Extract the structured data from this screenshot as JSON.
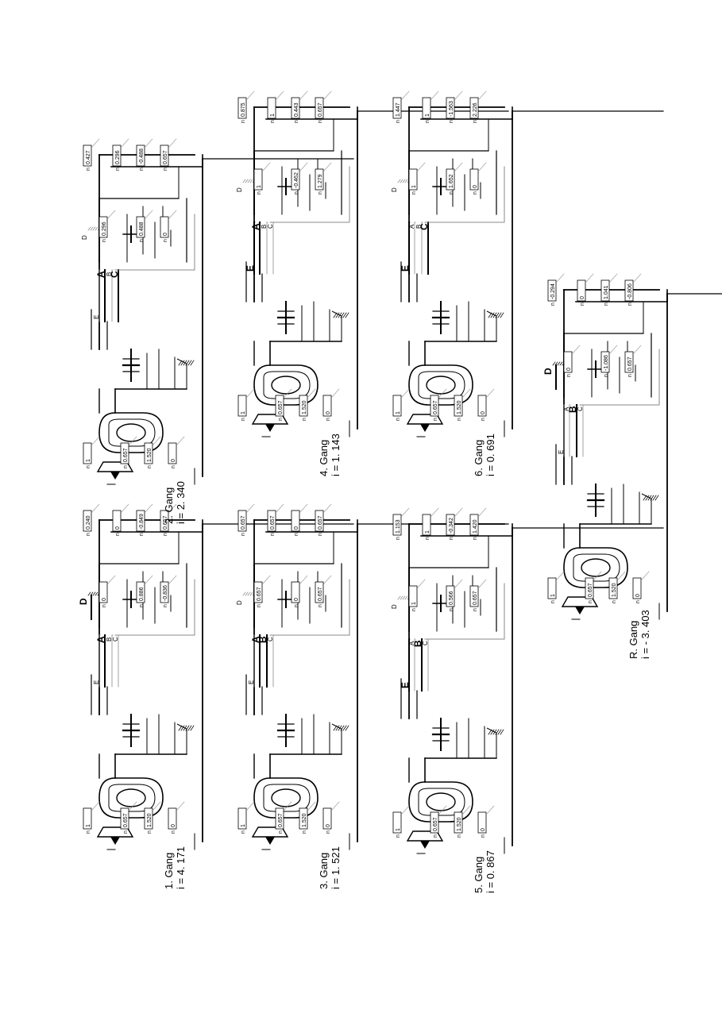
{
  "panels": [
    {
      "id": "g1",
      "gear": "1. Gang",
      "ratio": "i = 4. 171",
      "engaged": [
        "A",
        "D"
      ],
      "speeds": [
        "1",
        "0.657",
        "1.520",
        "0",
        "0",
        "0.886",
        "-0.836",
        "0.240",
        "0",
        "-0.849",
        "0.657"
      ]
    },
    {
      "id": "g2",
      "gear": "2. Gang",
      "ratio": "i = 2. 340",
      "engaged": [
        "A",
        "C"
      ],
      "speeds": [
        "1",
        "0.657",
        "1.520",
        "0",
        "0.296",
        "0.488",
        "0",
        "0.427",
        "0.296",
        "-0.488",
        "0.657"
      ]
    },
    {
      "id": "g3",
      "gear": "3. Gang",
      "ratio": "i = 1. 521",
      "engaged": [
        "A",
        "B"
      ],
      "speeds": [
        "1",
        "0.657",
        "1.520",
        "0",
        "0.657",
        "0",
        "0.657",
        "0.657",
        "0.657",
        "0",
        "0.657"
      ]
    },
    {
      "id": "g4",
      "gear": "4. Gang",
      "ratio": "i = 1. 143",
      "engaged": [
        "A",
        "E"
      ],
      "speeds": [
        "1",
        "0.657",
        "1.520",
        "0",
        "1",
        "-0.462",
        "1.279",
        "0.875",
        "1",
        "0.443",
        "0.657"
      ]
    },
    {
      "id": "g5",
      "gear": "5. Gang",
      "ratio": "i = 0. 867",
      "engaged": [
        "B",
        "E"
      ],
      "speeds": [
        "1",
        "0.657",
        "1.520",
        "0",
        "1",
        "0.566",
        "0.657",
        "1.153",
        "1",
        "-0.342",
        "1.420"
      ]
    },
    {
      "id": "g6",
      "gear": "6. Gang",
      "ratio": "i = 0. 691",
      "engaged": [
        "C",
        "E"
      ],
      "speeds": [
        "1",
        "0.657",
        "1.520",
        "0",
        "1",
        "1.652",
        "0",
        "1.447",
        "1",
        "-1.563",
        "2.226"
      ]
    },
    {
      "id": "gR",
      "gear": "R. Gang",
      "ratio": "i = - 3. 403",
      "engaged": [
        "B",
        "D"
      ],
      "speeds": [
        "1",
        "0.657",
        "1.520",
        "0",
        "0",
        "-1.086",
        "0.657",
        "-0.294",
        "0",
        "1.041",
        "-0.806"
      ]
    }
  ],
  "labels": {
    "speed_prefix": "n",
    "clutches": [
      "A",
      "B",
      "C",
      "D",
      "E"
    ]
  },
  "colors": {
    "ink": "#000000",
    "inactive": "#8a8a8a",
    "paper": "#ffffff"
  }
}
